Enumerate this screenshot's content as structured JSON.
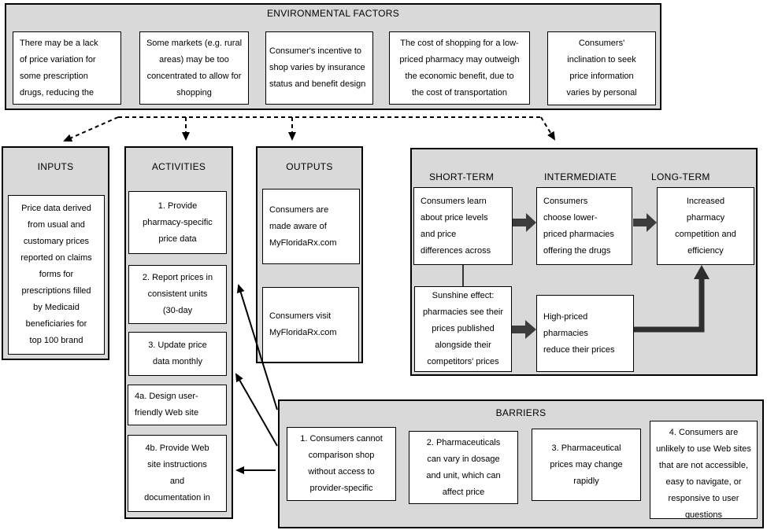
{
  "colors": {
    "panel_bg": "#d9d9d9",
    "box_bg": "#ffffff",
    "line": "#000000",
    "block_arrow": "#3c3c3c"
  },
  "environmental": {
    "title": "ENVIRONMENTAL FACTORS",
    "boxes": [
      "There may be a lack\nof price variation for\nsome prescription\ndrugs, reducing the",
      "Some markets (e.g. rural\nareas) may be too\nconcentrated to allow for\nshopping",
      "Consumer's incentive to\nshop varies by insurance\nstatus and benefit design",
      "The cost of shopping for a low-\npriced pharmacy may outweigh\nthe economic benefit, due to\nthe cost of transportation",
      "Consumers'\ninclination to seek\nprice information\nvaries by personal"
    ]
  },
  "inputs": {
    "title": "INPUTS",
    "boxes": [
      "Price data derived\nfrom usual and\ncustomary prices\nreported on claims\nforms for\nprescriptions filled\nby Medicaid\nbeneficiaries for\ntop 100 brand"
    ]
  },
  "activities": {
    "title": "ACTIVITIES",
    "boxes": [
      "1. Provide\npharmacy-specific\nprice data",
      "2. Report prices in\nconsistent units\n(30-day",
      "3. Update price\ndata monthly",
      "4a. Design user-\nfriendly Web site",
      "4b. Provide Web\nsite instructions\nand\ndocumentation in"
    ]
  },
  "outputs": {
    "title": "OUTPUTS",
    "boxes": [
      "Consumers are\nmade aware of\nMyFloridaRx.com",
      "Consumers visit\nMyFloridaRx.com"
    ]
  },
  "outcomes": {
    "short_term": {
      "title": "SHORT-TERM",
      "boxes": [
        "Consumers learn\nabout price levels\nand price\ndifferences across",
        "Sunshine effect:\npharmacies see their\nprices published\nalongside their\ncompetitors' prices"
      ]
    },
    "intermediate": {
      "title": "INTERMEDIATE",
      "boxes": [
        "Consumers\nchoose lower-\npriced pharmacies\noffering the drugs",
        "High-priced\npharmacies\nreduce their prices"
      ]
    },
    "long_term": {
      "title": "LONG-TERM",
      "boxes": [
        "Increased\npharmacy\ncompetition and\nefficiency"
      ]
    }
  },
  "barriers": {
    "title": "BARRIERS",
    "boxes": [
      "1. Consumers cannot\ncomparison shop\nwithout access to\nprovider-specific",
      "2. Pharmaceuticals\ncan vary in dosage\nand unit, which can\naffect price",
      "3. Pharmaceutical\nprices may change\nrapidly",
      "4. Consumers are\nunlikely to use Web sites\nthat are not accessible,\neasy to navigate, or\nresponsive to user\nquestions"
    ]
  }
}
